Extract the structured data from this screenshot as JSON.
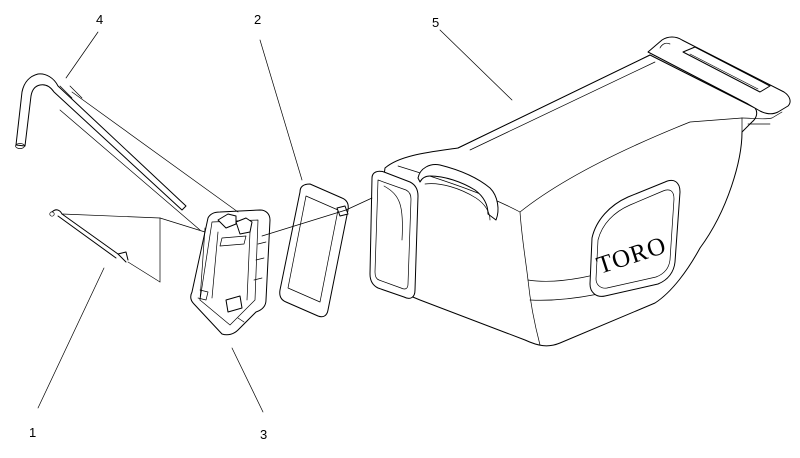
{
  "callouts": [
    {
      "id": "1",
      "label": "1"
    },
    {
      "id": "2",
      "label": "2"
    },
    {
      "id": "3",
      "label": "3"
    },
    {
      "id": "4",
      "label": "4"
    },
    {
      "id": "5",
      "label": "5"
    }
  ],
  "brand": {
    "logo_text": "TORO"
  }
}
